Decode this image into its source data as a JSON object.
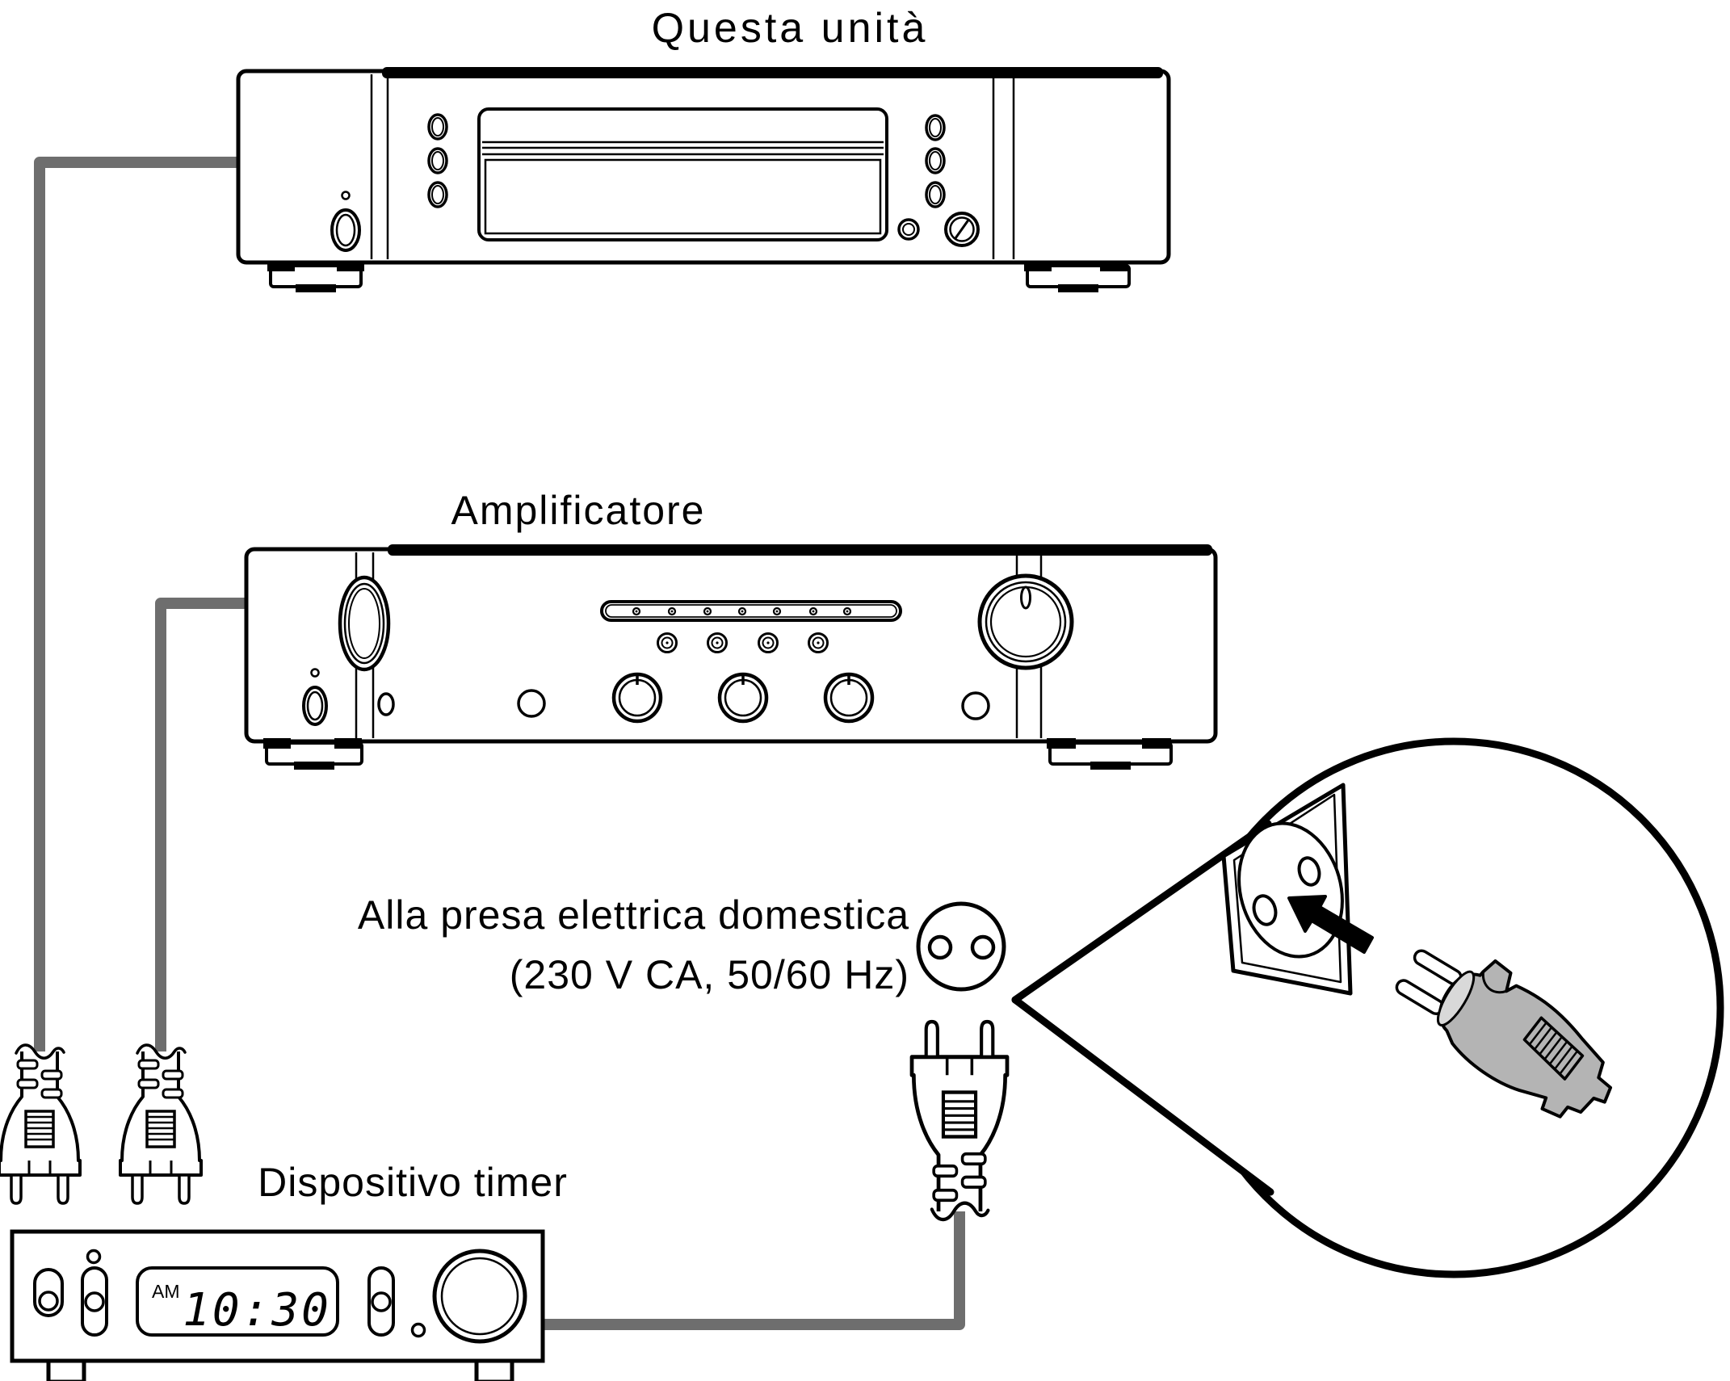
{
  "labels": {
    "this_unit": "Questa unità",
    "amplifier": "Amplificatore",
    "outlet_line1": "Alla presa elettrica domestica",
    "outlet_line2": "(230 V CA, 50/60 Hz)",
    "timer": "Dispositivo timer"
  },
  "timer_display": {
    "meridiem": "AM",
    "time": "10:30"
  },
  "colors": {
    "ink": "#000000",
    "cable_gray": "#6e6e6e",
    "plug_body_gray": "#b4b4b4",
    "plug_face_gray": "#d9d9d9",
    "background": "#ffffff"
  },
  "icons": {
    "power_button": "power-button",
    "outlet": "wall-outlet-icon",
    "plug": "euro-power-plug-icon",
    "arrow": "insert-direction-arrow",
    "magnifier": "magnified-detail-circle"
  }
}
